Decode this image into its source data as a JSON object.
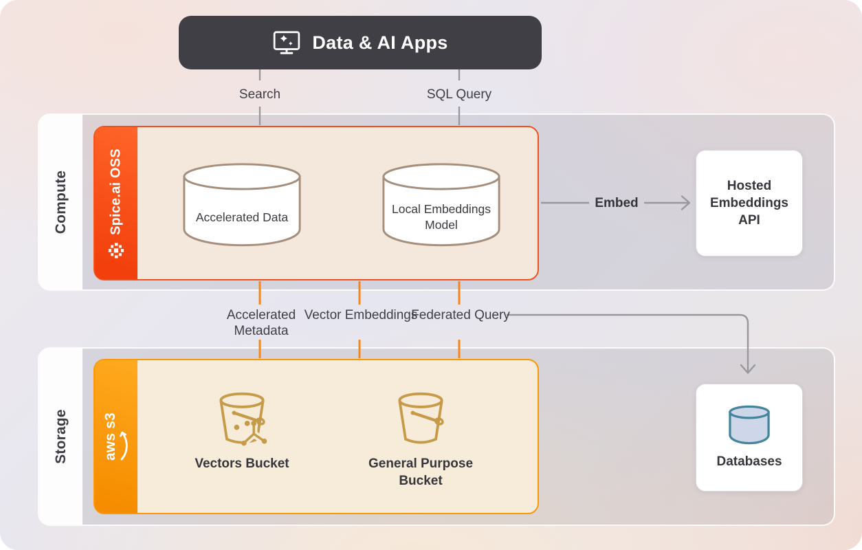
{
  "header": {
    "title": "Data & AI Apps"
  },
  "flows": {
    "search": "Search",
    "sql_query": "SQL Query",
    "embed": "Embed",
    "accelerated_metadata": "Accelerated Metadata",
    "vector_embeddings": "Vector Embeddings",
    "federated_query": "Federated Query"
  },
  "compute": {
    "section_label": "Compute",
    "platform_label": "Spice.ai OSS",
    "accelerated_data": "Accelerated Data",
    "local_embeddings_model": "Local Embeddings Model"
  },
  "storage": {
    "section_label": "Storage",
    "platform_label": "aws s3",
    "vectors_bucket": "Vectors Bucket",
    "general_purpose_bucket": "General Purpose Bucket"
  },
  "external": {
    "hosted_embeddings_api": "Hosted Embeddings API",
    "databases": "Databases"
  },
  "colors": {
    "header_bg": "#3f3f45",
    "spice_orange": "#f4501a",
    "aws_orange": "#fb9606",
    "connector_gray": "#98979e",
    "connector_orange": "#f6861c",
    "bucket_gold": "#c79a4a",
    "database_teal": "#44859b",
    "text_dark": "#3a3a40"
  }
}
